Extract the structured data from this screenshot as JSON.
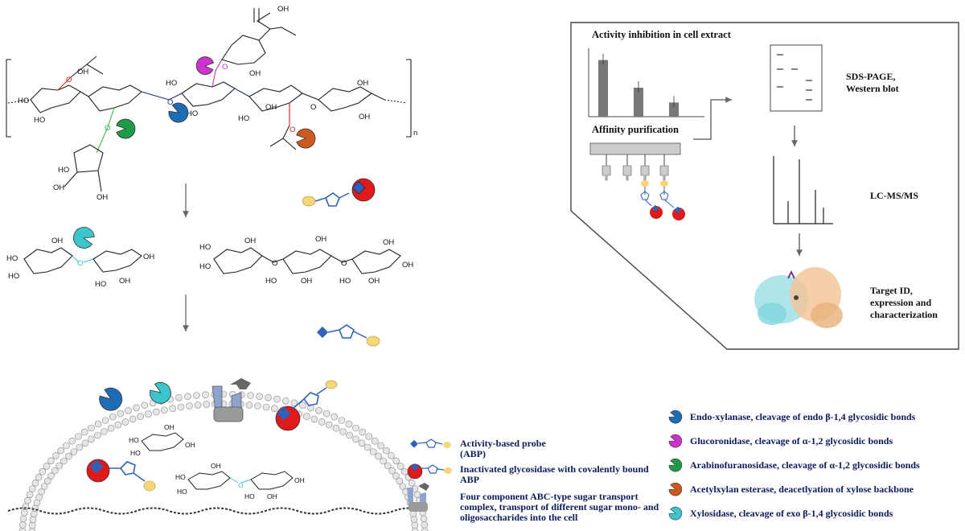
{
  "colors": {
    "endo_xylanase": "#1f6bb5",
    "glucoronidase": "#cc33cc",
    "arabinofuranosidase": "#1e9a4a",
    "acetylxylan_esterase": "#cc5a1e",
    "xylosidase": "#3cc6cc",
    "probe_blue": "#2d62b8",
    "probe_yellow": "#f6d67a",
    "probe_red": "#e01a1a",
    "transporter": "#8fa4cc"
  },
  "structure": {
    "oh": "HO",
    "oh_right": "OH",
    "cooh": "OH",
    "n_sub": "n"
  },
  "panel": {
    "activity_title": "Activity inhibition in cell extract",
    "affinity_title": "Affinity purification",
    "sds_label": "SDS-PAGE, Western blot",
    "sds_line1": "SDS-PAGE,",
    "sds_line2": "Western blot",
    "lcms_label": "LC-MS/MS",
    "target_line1": "Target ID,",
    "target_line2": "expression and",
    "target_line3": "characterization"
  },
  "probe_legend": {
    "abp_line1": "Activity-based probe",
    "abp_line2": "(ABP)",
    "inact_line1": "Inactivated glycosidase with covalently bound",
    "inact_line2": "ABP",
    "abc_line1": "Four component ABC-type sugar transport",
    "abc_line2": "complex, transport of different sugar mono- and",
    "abc_line3": "oligosaccharides into the cell"
  },
  "enzyme_legend": [
    {
      "name": "endo-xylanase",
      "text": "Endo-xylanase, cleavage of endo β-1,4 glycosidic bonds"
    },
    {
      "name": "glucoronidase",
      "text": "Glucoronidase, cleavage of  α-1,2 glycosidic bonds"
    },
    {
      "name": "arabinofuranosidase",
      "text": "Arabinofuranosidase, cleavage of  α-1,2 glycosidic bonds"
    },
    {
      "name": "acetylxylan-esterase",
      "text": "Acetylxylan esterase, deacetlyation of xylose backbone"
    },
    {
      "name": "xylosidase",
      "text": "Xylosidase, cleavage of exo β-1,4 glycosidic bonds"
    }
  ],
  "bar_chart_data": {
    "type": "bar",
    "bars": [
      0.88,
      0.45,
      0.22
    ]
  }
}
